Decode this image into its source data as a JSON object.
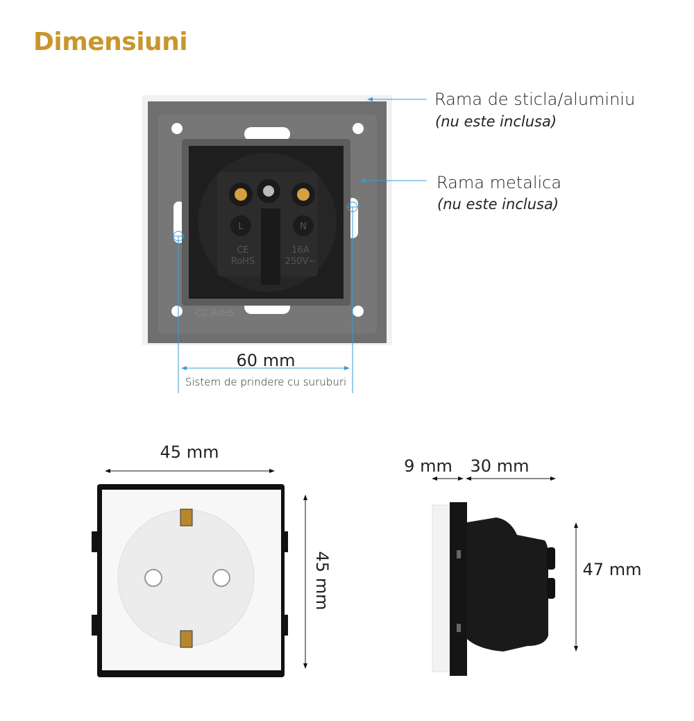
{
  "title": "Dimensiuni",
  "colors": {
    "title": "#c8962e",
    "annotation_line": "#3a9bd5",
    "frame_gray": "#6f6f6f",
    "mechanism_black": "#1c1c1c"
  },
  "back_view": {
    "callouts": [
      {
        "label": "Rama de sticla/aluminiu",
        "note": "(nu este inclusa)"
      },
      {
        "label": "Rama metalica",
        "note": "(nu este inclusa)"
      }
    ],
    "mount_distance": "60 mm",
    "mount_caption": "Sistem de prindere cu suruburi",
    "markings": {
      "terminal_l": "L",
      "terminal_n": "N",
      "ce": "CE",
      "rohs": "RoHS",
      "rating": "16A",
      "voltage": "250V~",
      "frame_mark": "CC RoHS"
    }
  },
  "front_view": {
    "width": "45 mm",
    "height": "45 mm"
  },
  "side_view": {
    "front_depth": "9 mm",
    "body_depth": "30 mm",
    "height": "47 mm"
  }
}
